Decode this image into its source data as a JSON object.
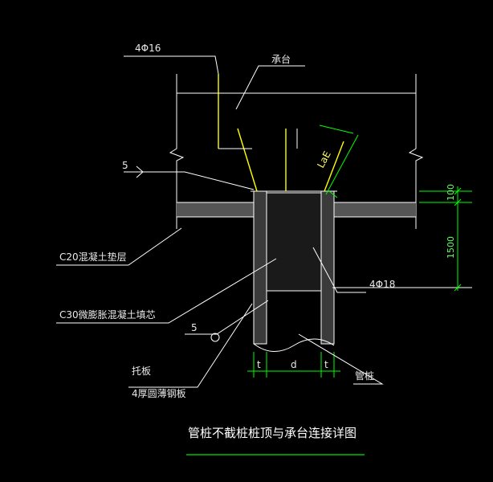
{
  "labels": {
    "rebar_top": "4Φ16",
    "cap": "承台",
    "weld_5_top": "5",
    "cushion": "C20混凝土垫层",
    "core_fill": "C30微膨胀混凝土填芯",
    "weld_5_bottom": "5",
    "plate_line1": "托板",
    "plate_line2": "4厚圆薄钢板",
    "rebar_side": "4Φ18",
    "pile": "管桩",
    "anchor_len": "LaE",
    "dim_100": "100",
    "dim_1500": "1500",
    "dim_t_left": "t",
    "dim_d": "d",
    "dim_t_right": "t"
  },
  "title": "管桩不截桩桩顶与承台连接详图",
  "colors": {
    "background": "#000000",
    "structure": "#ffffff",
    "rebar": "#ffff00",
    "leader": "#ffffff",
    "dimension": "#00ff00",
    "hatch": "#bfbfbf",
    "title_underline": "#00c000"
  }
}
